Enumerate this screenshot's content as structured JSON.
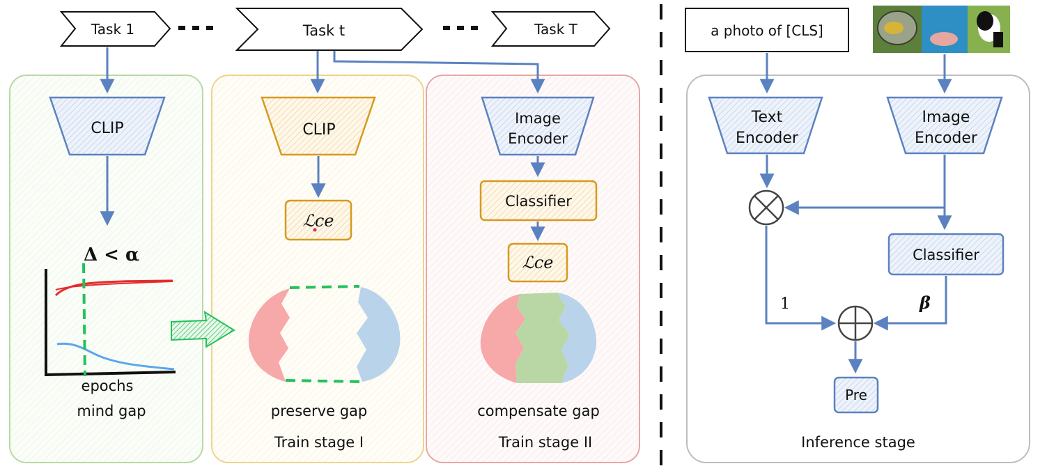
{
  "tasks": {
    "first": "Task 1",
    "middle": "Task t",
    "last": "Task T"
  },
  "panel_green": {
    "encoder": "CLIP",
    "condition": "Δ < α",
    "xlabel": "epochs",
    "caption": "mind gap"
  },
  "panel_yellow": {
    "encoder": "CLIP",
    "loss": "ℒce",
    "caption": "preserve gap",
    "stage": "Train stage I"
  },
  "panel_red": {
    "encoder_line1": "Image",
    "encoder_line2": "Encoder",
    "classifier": "Classifier",
    "loss": "ℒce",
    "caption": "compensate gap",
    "stage": "Train stage II"
  },
  "inference": {
    "prompt": "a photo of [CLS]",
    "text_encoder_line1": "Text",
    "text_encoder_line2": "Encoder",
    "image_encoder_line1": "Image",
    "image_encoder_line2": "Encoder",
    "classifier": "Classifier",
    "weight_left": "1",
    "weight_right": "β",
    "output": "Pre",
    "stage": "Inference stage"
  },
  "colors": {
    "blue_arrow": "#5b82c0",
    "green_panel": "#b7d9a4",
    "yellow_panel": "#ecd48c",
    "red_panel": "#e8a6a6",
    "gray_panel": "#bdbdbd",
    "orange_box": "#d69a1e",
    "pink_region": "#f7a8a8",
    "lightblue_region": "#b9d3ea",
    "green_region": "#b9d7a5",
    "dashed_green": "#22c25a"
  }
}
